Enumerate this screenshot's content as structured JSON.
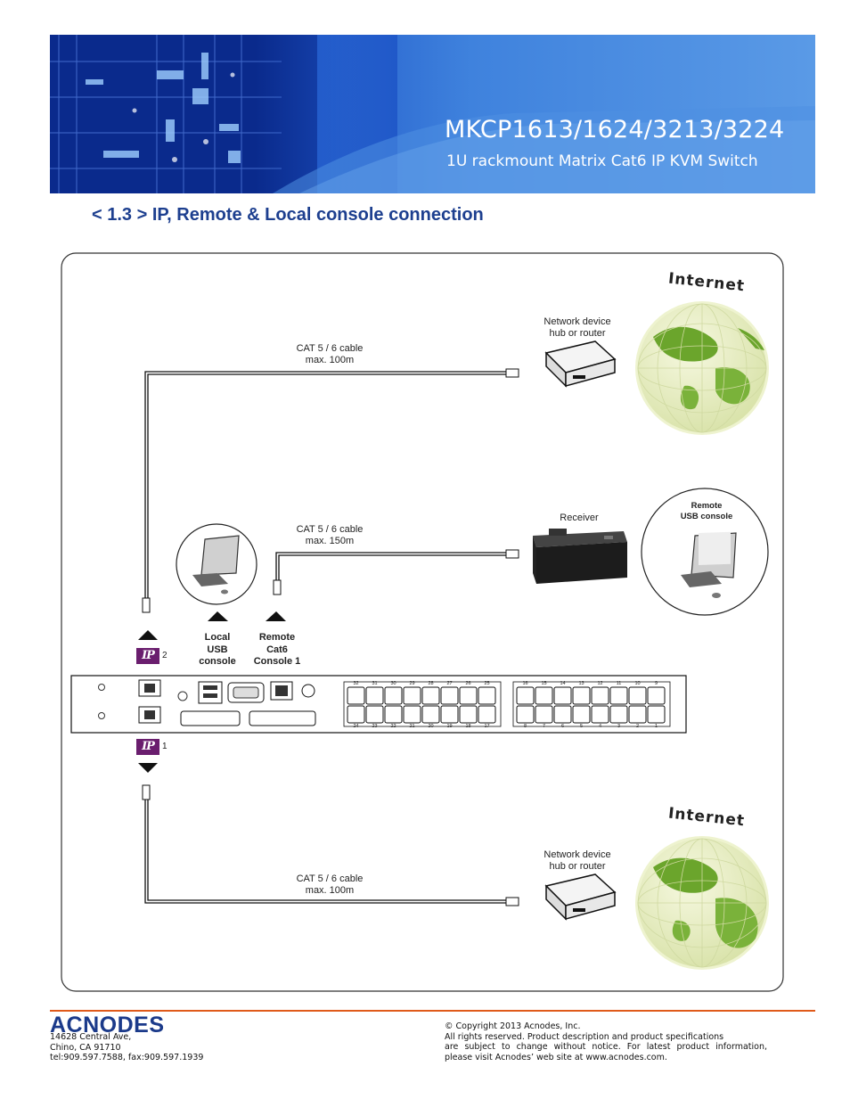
{
  "header": {
    "product_title": "MKCP1613/1624/3213/3224",
    "product_subtitle": "1U rackmount Matrix Cat6 IP KVM Switch"
  },
  "section": {
    "heading": "< 1.3 > IP, Remote & Local console connection"
  },
  "diagram": {
    "globe_top": {
      "label": "Internet"
    },
    "globe_bottom": {
      "label": "Internet"
    },
    "network_top": {
      "line1": "Network device",
      "line2": "hub or router"
    },
    "network_bottom": {
      "line1": "Network device",
      "line2": "hub or router"
    },
    "cable_top": {
      "line1": "CAT 5 / 6 cable",
      "line2": "max. 100m"
    },
    "cable_mid": {
      "line1": "CAT 5 / 6 cable",
      "line2": "max. 150m"
    },
    "cable_bottom": {
      "line1": "CAT 5 / 6 cable",
      "line2": "max. 100m"
    },
    "receiver": {
      "label": "Receiver"
    },
    "remote_console": {
      "line1": "Remote",
      "line2": "USB console"
    },
    "local_console": {
      "line1": "Local",
      "line2": "USB",
      "line3": "console"
    },
    "remote_cat6": {
      "line1": "Remote",
      "line2": "Cat6",
      "line3": "Console 1"
    },
    "ip_ports": [
      {
        "badge": "IP",
        "number": "2"
      },
      {
        "badge": "IP",
        "number": "1"
      }
    ],
    "switch_ports_top": [
      "32",
      "31",
      "30",
      "29",
      "28",
      "27",
      "26",
      "25",
      "16",
      "15",
      "14",
      "13",
      "12",
      "11",
      "10",
      "9"
    ],
    "switch_ports_bottom": [
      "24",
      "23",
      "22",
      "21",
      "20",
      "19",
      "18",
      "17",
      "8",
      "7",
      "6",
      "5",
      "4",
      "3",
      "2",
      "1"
    ],
    "colors": {
      "ip_badge": "#6a1e6e",
      "globe": "#7ab23a",
      "ocean": "#e8eec8"
    }
  },
  "footer": {
    "logo": "ACNODES",
    "address": [
      "14628 Central Ave,",
      "Chino, CA 91710",
      "tel:909.597.7588, fax:909.597.1939"
    ],
    "copyright": [
      "© Copyright 2013 Acnodes, Inc.",
      "All rights reserved. Product description and product specifications",
      "are subject to change without notice. For latest product information,",
      "please visit Acnodes’ web site at www.acnodes.com."
    ],
    "accent_color": "#e05a1a",
    "logo_color": "#1b3a8a"
  }
}
